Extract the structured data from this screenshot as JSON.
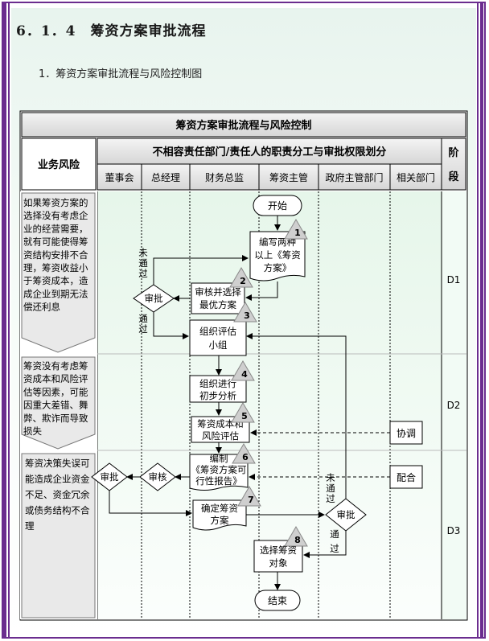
{
  "document": {
    "section_title": "6．1．4　筹资方案审批流程",
    "sub_title": "1．筹资方案审批流程与风险控制图"
  },
  "table": {
    "title": "筹资方案审批流程与风险控制",
    "risk_header": "业务风险",
    "duty_header": "不相容责任部门/责任人的职责分工与审批权限划分",
    "stage_header": "阶段",
    "columns": [
      "董事会",
      "总经理",
      "财务总监",
      "筹资主管",
      "政府主管部门",
      "相关部门"
    ],
    "risks": [
      "如果筹资方案的选择没有考虑企业的经营需要，就有可能使得筹资结构安排不合理，筹资收益小于筹资成本，造成企业到期无法偿还利息",
      "筹资没有考虑筹资成本和风险评估等因素，可能因重大差错、舞弊、欺诈而导致损失",
      "筹资决策失误可能造成企业资金不足、资金冗余或债务结构不合理"
    ],
    "stages": [
      "D1",
      "D2",
      "D3"
    ]
  },
  "flow": {
    "start": "开始",
    "end": "结束",
    "step1": "编写两种以上《筹资方案》",
    "step2": "审核并选择最优方案",
    "approve_gm": "审批",
    "not_pass": "未通过",
    "pass": "通过",
    "step3": "组织评估小组",
    "step4": "组织进行初步分析",
    "step5": "筹资成本和风险评估",
    "coordinate": "协调",
    "step6": "编制《筹资方案可行性报告》",
    "board_approve": "审批",
    "gm_review": "审核",
    "cooperate": "配合",
    "step7": "确定筹资方案",
    "gov_approve": "审批",
    "step8": "选择筹资对象",
    "numbers": [
      "1",
      "2",
      "3",
      "4",
      "5",
      "6",
      "7",
      "8"
    ]
  }
}
